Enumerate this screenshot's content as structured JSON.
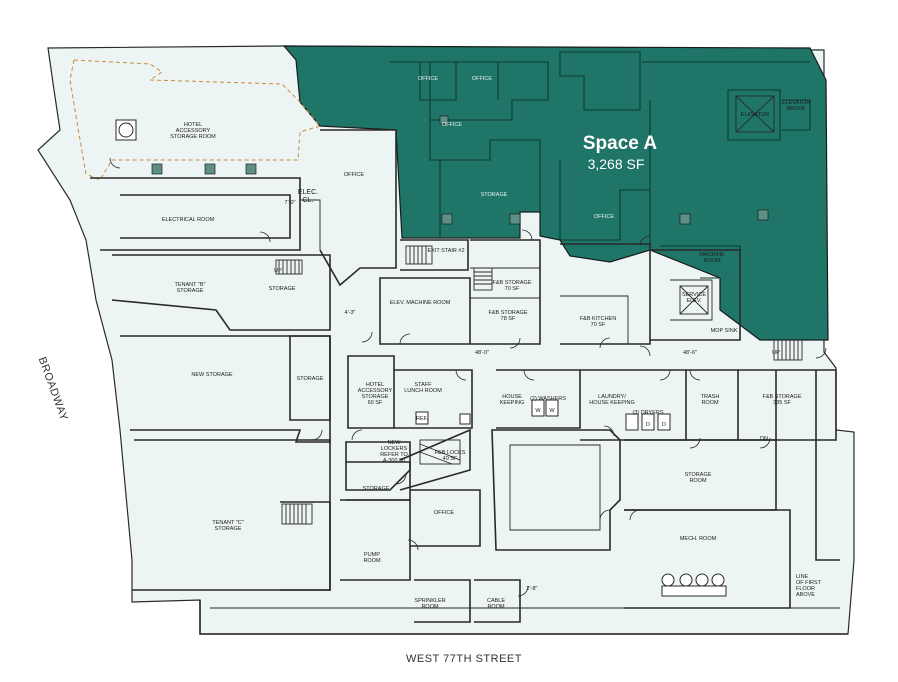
{
  "colors": {
    "highlight": "#1f7568",
    "floor": "#ecf5f3",
    "wall": "#2a2a2a",
    "dashed": "#c98a3e"
  },
  "space": {
    "title": "Space A",
    "area": "3,268 SF"
  },
  "streets": {
    "south": "WEST 77TH STREET",
    "west": "BROADWAY"
  },
  "rooms": {
    "hotel_accessory_storage_1": "HOTEL",
    "hotel_accessory_storage_2": "ACCESSORY",
    "hotel_accessory_storage_3": "STORAGE ROOM",
    "office_left": "OFFICE",
    "elec_cl_1": "ELEC.",
    "elec_cl_2": "CL.",
    "electrical_room": "ELECTRICAL ROOM",
    "exit_stair": "EXIT STAIR #2",
    "tenant_b_1": "TENANT \"B\"",
    "tenant_b_2": "STORAGE",
    "storage_small": "STORAGE",
    "elev_machine_room": "ELEV. MACHINE ROOM",
    "new_storage": "NEW STORAGE",
    "storage_mid": "STORAGE",
    "hotel_storage_1": "HOTEL",
    "hotel_storage_2": "ACCESSORY",
    "hotel_storage_3": "STORAGE",
    "hotel_storage_4": "60 SF",
    "staff_lunch_1": "STAFF",
    "staff_lunch_2": "LUNCH ROOM",
    "new_lockers_1": "NEW",
    "new_lockers_2": "LOCKERS",
    "new_lockers_3": "REFER TO",
    "new_lockers_4": "A-300.00",
    "fab_lockers_1": "F&B LOCKS",
    "fab_lockers_2": "40 SF",
    "storage_lower": "STORAGE",
    "office_lower": "OFFICE",
    "pump_room_1": "PUMP",
    "pump_room_2": "ROOM",
    "sprinkler_room_1": "SPRINKLER",
    "sprinkler_room_2": "ROOM",
    "cable_room_1": "CABLE",
    "cable_room_2": "ROOM",
    "tenant_c_1": "TENANT \"C\"",
    "tenant_c_2": "STORAGE",
    "house_keeping_1": "HOUSE",
    "house_keeping_2": "KEEPING",
    "washers": "(2) WASHERS",
    "laundry_1": "LAUNDRY/",
    "laundry_2": "HOUSE KEEPING",
    "dryers": "(3) DRYERS",
    "trash_room_1": "TRASH",
    "trash_room_2": "ROOM",
    "fab_storage_right_1": "F&B STORAGE",
    "fab_storage_right_2": "335 SF",
    "storage_room_1": "STORAGE",
    "storage_room_2": "ROOM",
    "mech_room": "MECH. ROOM",
    "line_first_floor_1": "LINE",
    "line_first_floor_2": "OF FIRST",
    "line_first_floor_3": "FLOOR",
    "line_first_floor_4": "ABOVE",
    "fab_storage_1a": "F&B STORAGE",
    "fab_storage_1b": "70 SF",
    "fab_storage_2a": "F&B STORAGE",
    "fab_storage_2b": "78 SF",
    "fab_kitchen_1": "F&B KITCHEN",
    "fab_kitchen_2": "70 SF",
    "machine_room_1": "MACHINE",
    "machine_room_2": "ROOM",
    "service_elev_1": "SERVICE",
    "service_elev_2": "ELEV.",
    "mop_sink": "MOP SINK",
    "elevator": "ELEVATOR",
    "elevator_above_1": "ELEVATOR",
    "elevator_above_2": "ABOVE",
    "ref": "REF.",
    "up1": "UP",
    "up2": "UP",
    "dn": "DN",
    "office_a1": "OFFICE",
    "office_a2": "OFFICE",
    "office_a3": "OFFICE",
    "office_a4": "OFFICE",
    "storage_a": "STORAGE",
    "washer_w1": "W",
    "washer_w2": "W",
    "dryer_d": "D",
    "dryer_d2": "D"
  },
  "dimensions": {
    "d1": "4'-3\"",
    "d2": "48'-0\"",
    "d3": "48'-6\"",
    "d4": "2'-8\"",
    "d5": "7'-0\""
  }
}
